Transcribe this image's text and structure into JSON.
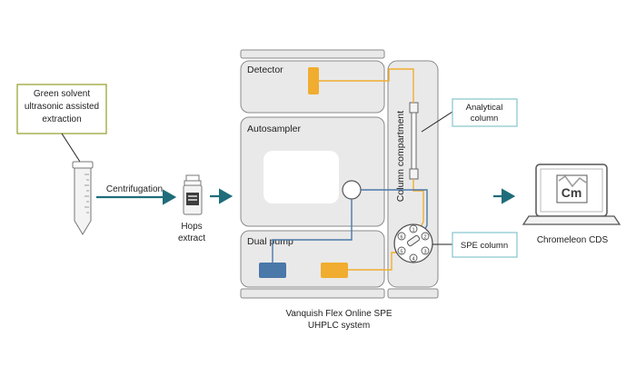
{
  "process": {
    "step1_lines": [
      "Green solvent",
      "ultrasonic assisted",
      "extraction"
    ],
    "centrifugation": "Centrifugation",
    "hops_extract_lines": [
      "Hops",
      "extract"
    ]
  },
  "instrument": {
    "detector": "Detector",
    "autosampler": "Autosampler",
    "dual_pump": "Dual pump",
    "column_compartment": "Column compartment",
    "caption_lines": [
      "Vanquish Flex Online SPE",
      "UHPLC system"
    ]
  },
  "callouts": {
    "analytical_column_lines": [
      "Analytical",
      "column"
    ],
    "spe_column": "SPE column"
  },
  "valve_ports": [
    "1",
    "2",
    "3",
    "4",
    "5",
    "6"
  ],
  "software": {
    "logo": "Cm",
    "name": "Chromeleon CDS"
  },
  "colors": {
    "accent_teal": "#1f6d7a",
    "amber": "#f0ad2f",
    "blue": "#4a78a8",
    "callout_border": "#8ec8cf",
    "step_border": "#9aa53a",
    "panel_fill": "#e9e9e9",
    "panel_stroke": "#8a8a8a"
  }
}
